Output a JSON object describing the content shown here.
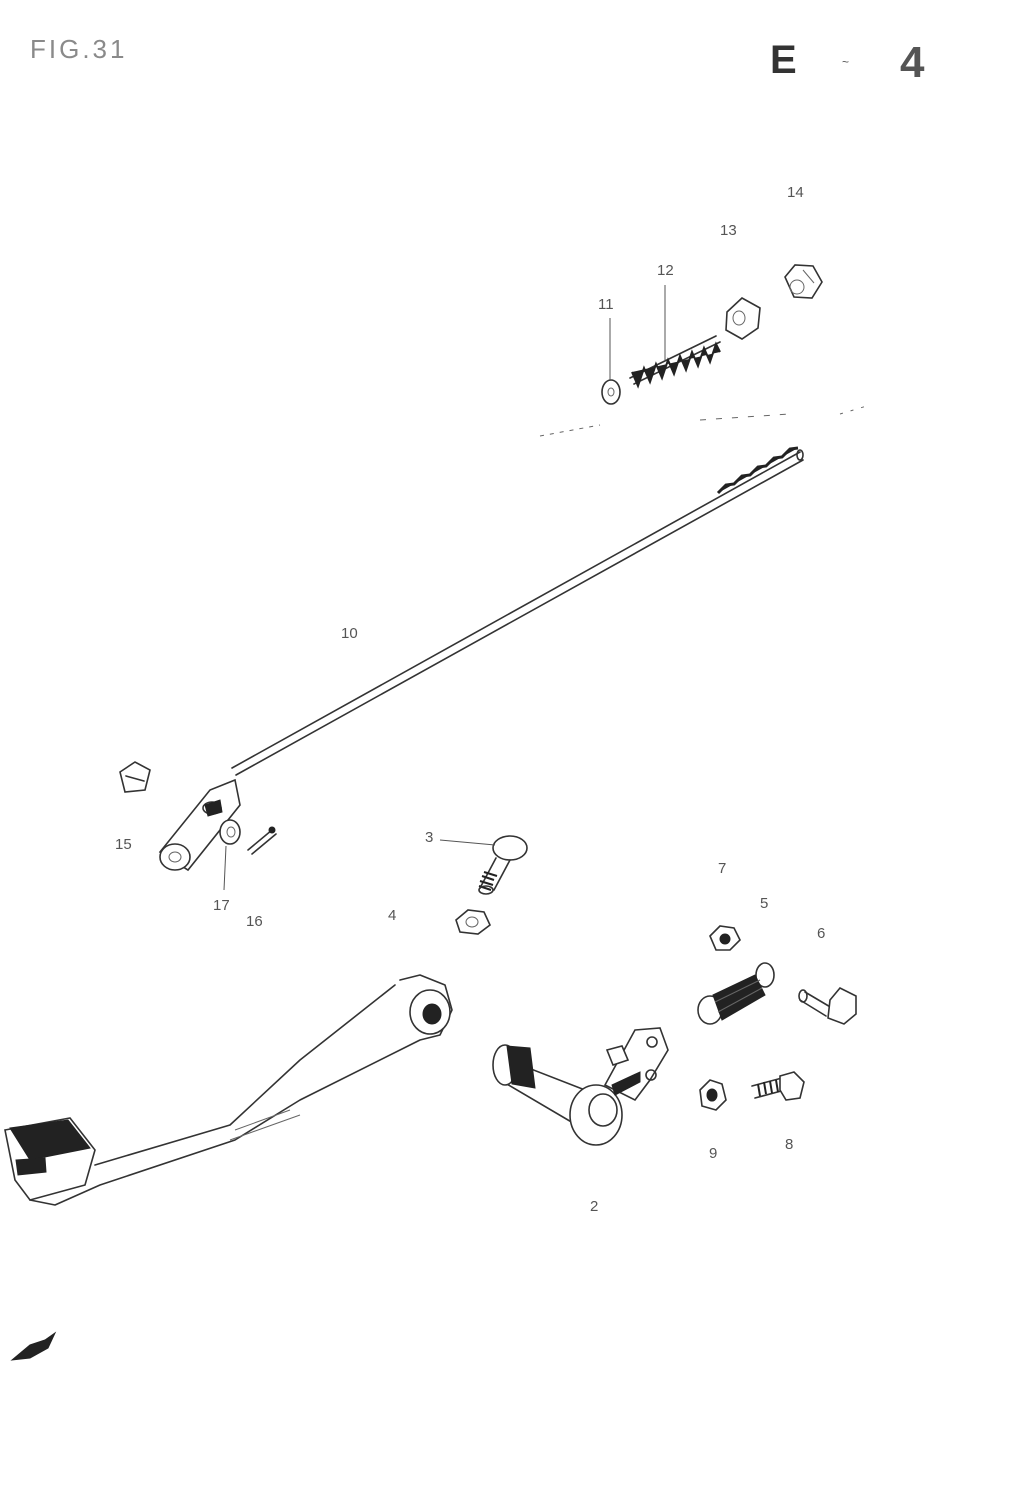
{
  "figure": {
    "label": "FIG.31",
    "code_letter": "E",
    "code_separator": "~",
    "code_number": "4"
  },
  "part_numbers": [
    "2",
    "3",
    "4",
    "5",
    "6",
    "7",
    "8",
    "9",
    "10",
    "11",
    "12",
    "13",
    "14",
    "15",
    "16",
    "17"
  ]
}
